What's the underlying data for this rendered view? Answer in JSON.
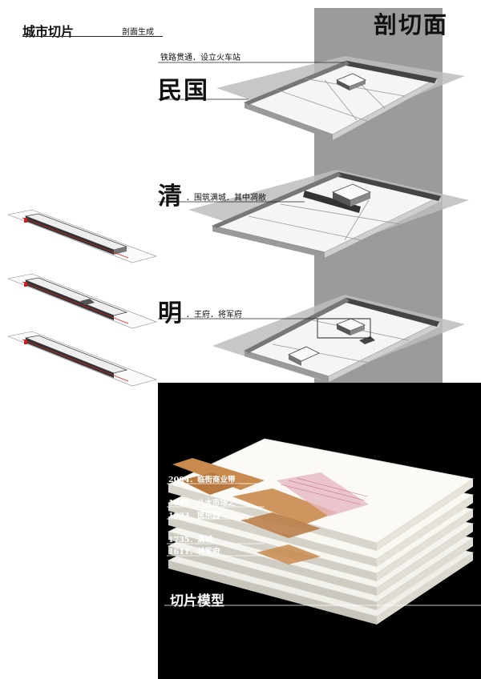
{
  "header": {
    "title": "城市切片",
    "subtitle": "剖面生成"
  },
  "section_plane_title": "剖切面",
  "layers": [
    {
      "era": "民国",
      "note": "铁路贯通．设立火车站"
    },
    {
      "era": "清",
      "note": "．围筑满城．其中凋敝"
    },
    {
      "era": "明",
      "note": "．王府．将军府"
    }
  ],
  "model": {
    "title": "切片模型",
    "timeline": [
      {
        "label": "2004．临街商业带"
      },
      {
        "label": "1949．八大市场之一"
      },
      {
        "label": "1933．民乐园"
      },
      {
        "label": "1735．满城"
      },
      {
        "label": "1611．将军府"
      }
    ]
  }
}
